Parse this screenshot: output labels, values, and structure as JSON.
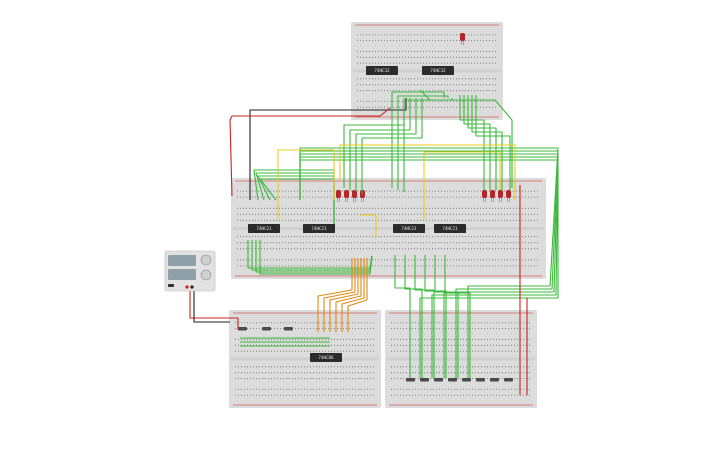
{
  "canvas": {
    "background": "#ffffff"
  },
  "colors": {
    "board": "#dcdcdc",
    "board_dark": "#cfcfcf",
    "hole": "#7a7a7a",
    "rail_red": "#d22020",
    "rail_black": "#333333",
    "wire_green": "#3bb83b",
    "wire_yellow": "#e6cc1e",
    "wire_orange": "#e38a12",
    "wire_red": "#cc2222",
    "wire_black": "#222222",
    "chip": "#2b2b2b",
    "led": "#b3262a",
    "resistor": "#4a4a4a",
    "supply_body": "#e2e2e2",
    "supply_screen": "#8fa0a8"
  },
  "boards": [
    {
      "id": "board-top",
      "chips": [
        {
          "label": "74HC32"
        },
        {
          "label": "74HC32"
        }
      ]
    },
    {
      "id": "board-middle",
      "chips": [
        {
          "label": "74HC21"
        },
        {
          "label": "74HC21"
        },
        {
          "label": "74HC21"
        },
        {
          "label": "74HC21"
        }
      ]
    },
    {
      "id": "board-bottom-left",
      "chips": [
        {
          "label": "74HC86"
        }
      ]
    },
    {
      "id": "board-bottom-right",
      "chips": []
    }
  ],
  "power_supply": {
    "icon": "power-supply-icon",
    "knobs": 2,
    "screens": 2
  }
}
